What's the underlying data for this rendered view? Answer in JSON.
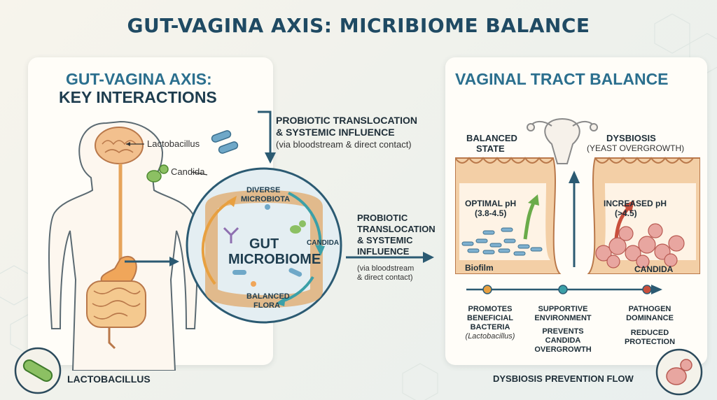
{
  "main_title": "GUT-VAGINA AXIS: MICRIBIOME BALANCE",
  "left_panel": {
    "title_line1": "GUT-VAGINA AXIS:",
    "title_line2": "KEY INTERACTIONS",
    "label_lactobacillus": "Lactobacillus",
    "label_candida": "Candida",
    "bottom_label": "LACTOBACILLUS"
  },
  "center": {
    "top_heading_line1": "PROBIOTIC TRANSLOCATION",
    "top_heading_line2": "& SYSTEMIC INFLUENCE",
    "top_sub": "(via bloodstream & direct contact)",
    "circle_title_line1": "GUT",
    "circle_title_line2": "MICROBIOME",
    "diverse_line1": "DIVERSE",
    "diverse_line2": "MICROBIOTA",
    "candida": "CANDIDA",
    "balanced_line1": "BALANCED",
    "balanced_line2": "FLORA",
    "mid_heading_line1": "PROBIOTIC",
    "mid_heading_line2": "TRANSLOCATION",
    "mid_heading_line3": "& SYSTEMIC",
    "mid_heading_line4": "INFLUENCE",
    "mid_sub_line1": "(via bloodstream",
    "mid_sub_line2": "& direct contact)"
  },
  "right_panel": {
    "title": "VAGINAL TRACT BALANCE",
    "balanced_line1": "BALANCED",
    "balanced_line2": "STATE",
    "dysbiosis_line1": "DYSBIOSIS",
    "dysbiosis_line2": "(YEAST OVERGROWTH)",
    "optimal_line1": "OPTIMAL pH",
    "optimal_line2": "(3.8-4.5)",
    "increased_line1": "INCREASED pH",
    "increased_line2": "(>4.5)",
    "biofilm": "Biofilm",
    "candida": "CANDIDA",
    "col1_line1": "PROMOTES",
    "col1_line2": "BENEFICIAL",
    "col1_line3": "BACTERIA",
    "col1_line4": "(Lactobacillus)",
    "col2_line1": "SUPPORTIVE",
    "col2_line2": "ENVIRONMENT",
    "col2_line3": "PREVENTS",
    "col2_line4": "CANDIDA",
    "col2_line5": "OVERGROWTH",
    "col3_line1": "PATHOGEN",
    "col3_line2": "DOMINANCE",
    "col3_line3": "REDUCED",
    "col3_line4": "PROTECTION",
    "bottom_label": "DYSBIOSIS PREVENTION FLOW"
  },
  "colors": {
    "title": "#1f4a63",
    "heading_blue": "#2b6f8e",
    "heading_dark": "#1e3d4f",
    "arrow": "#2b5a72",
    "green": "#6aab4a",
    "red": "#c94f3c",
    "teal": "#3ba0a8",
    "tissue": "#f3cfa6"
  }
}
